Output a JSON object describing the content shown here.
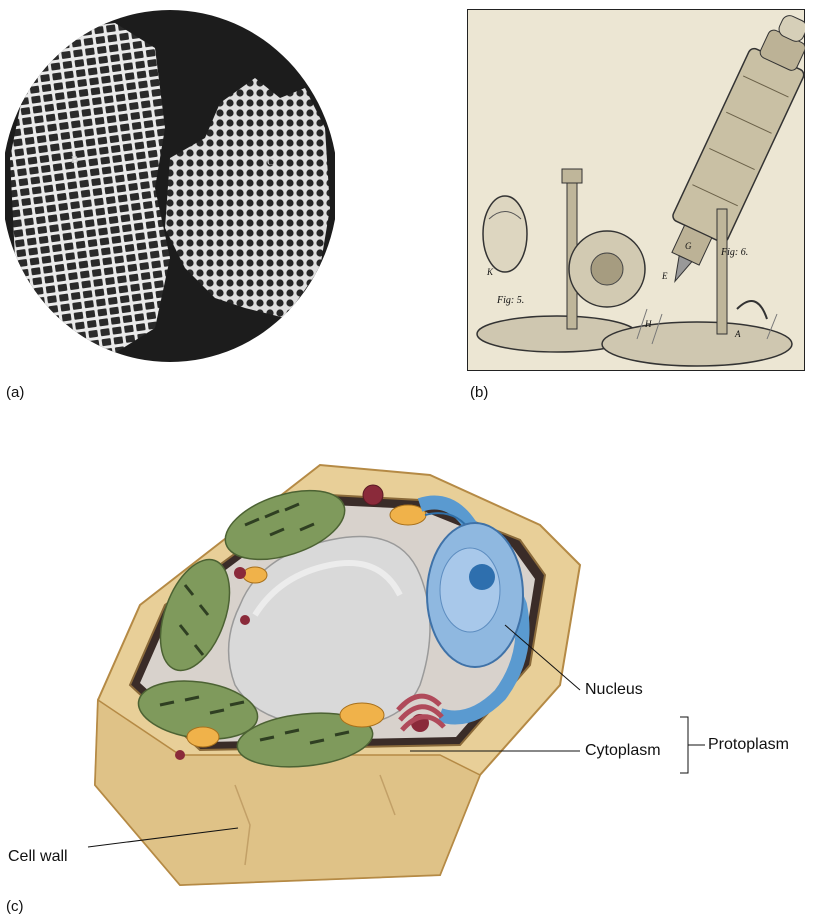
{
  "panels": {
    "a": {
      "label": "(a)"
    },
    "b": {
      "label": "(b)"
    },
    "c": {
      "label": "(c)"
    }
  },
  "micrograph_labels": {
    "b_letter": "B",
    "c_letter": "C"
  },
  "engraving_labels": {
    "fig5": "Fig: 5.",
    "fig6": "Fig: 6.",
    "letter_k": "K",
    "letter_h": "H",
    "letter_a": "A",
    "letter_g": "G",
    "letter_e": "E"
  },
  "cell_labels": {
    "nucleus": "Nucleus",
    "cytoplasm": "Cytoplasm",
    "protoplasm": "Protoplasm",
    "cell_wall": "Cell wall"
  },
  "colors": {
    "wall": "#e8cf98",
    "wall_edge": "#b58a45",
    "chloroplast": "#7f9a5c",
    "nucleus": "#8fb8e0",
    "vacuole": "#d9d9d9",
    "er": "#5a9ad0"
  }
}
